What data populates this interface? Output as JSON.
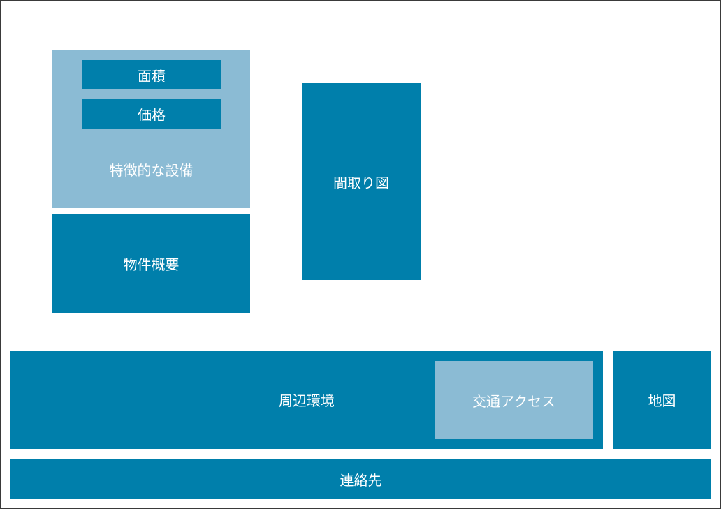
{
  "colors": {
    "primary": "#007fab",
    "secondary": "#8bbbd4",
    "text": "#ffffff"
  },
  "sections": {
    "features": "特徴的な設備",
    "area": "面積",
    "price": "価格",
    "overview": "物件概要",
    "floor_plan": "間取り図",
    "surroundings": "周辺環境",
    "access": "交通アクセス",
    "map": "地図",
    "contact": "連絡先"
  }
}
